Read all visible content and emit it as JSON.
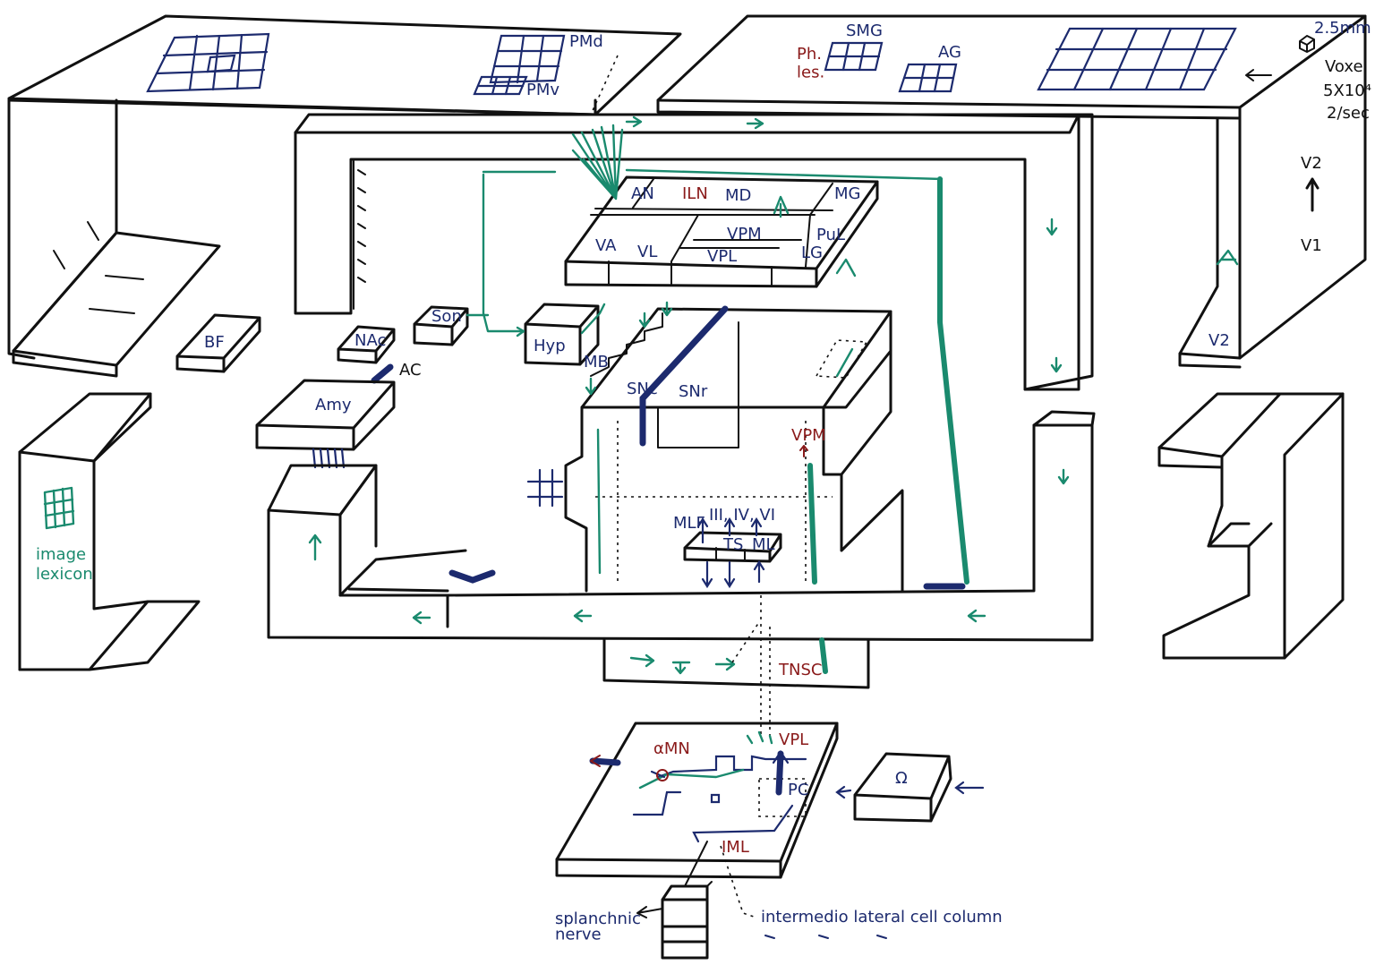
{
  "labels": {
    "pmd": "PMd",
    "pmv": "PMv",
    "smg": "SMG",
    "ph_les": "Ph.\nles.",
    "ag": "AG",
    "voxel_size": "2.5mm",
    "voxel": "Voxel",
    "voxel_count": "5X10⁴",
    "voxel_rate": "2/sec",
    "v2": "V2",
    "v1": "V1",
    "v2_small": "V2",
    "an": "AN",
    "iln": "ILN",
    "md": "MD",
    "mg": "MG",
    "va": "VA",
    "vl": "VL",
    "vpm": "VPM",
    "vpl": "VPL",
    "pul": "PuL",
    "lg": "LG",
    "bf": "BF",
    "nac": "NAc",
    "son": "Son",
    "hyp": "Hyp",
    "mb": "MB",
    "snc": "SNc",
    "snr": "SNr",
    "ac": "AC",
    "amy": "Amy",
    "image_lexicon": "image\nlexicon",
    "vpm_brainstem": "VPM",
    "mlf": "MLF",
    "cranial": "III, IV, VI",
    "ts": "TS",
    "ml": "ML",
    "tnsc": "TNSC",
    "amn": "αMN",
    "vpl_cord": "VPL",
    "pc": "PC",
    "iml": "IML",
    "omega": "Ω",
    "splanchnic": "splanchnic\nnerve",
    "iml_column": "intermedio lateral cell column"
  }
}
